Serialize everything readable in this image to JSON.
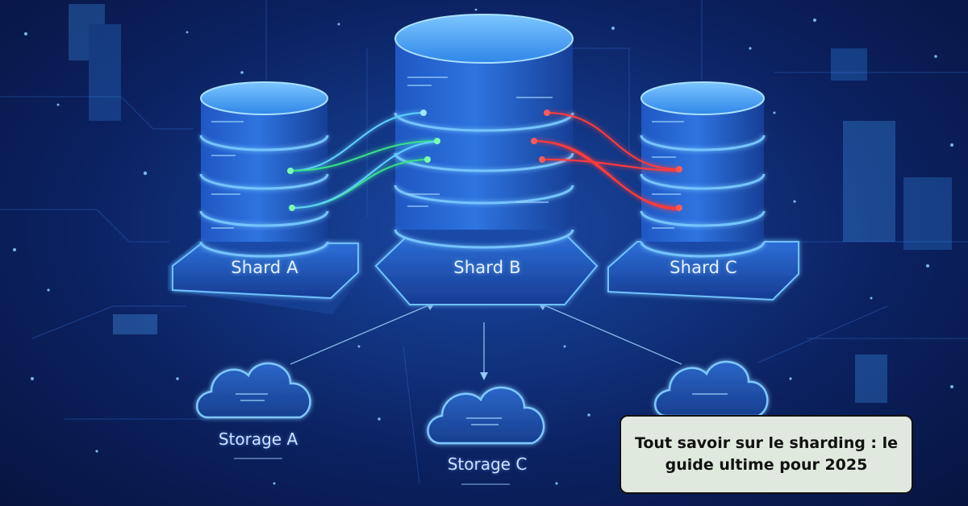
{
  "shards": [
    {
      "label": "Shard A"
    },
    {
      "label": "Shard B"
    },
    {
      "label": "Shard C"
    }
  ],
  "storages": [
    {
      "label": "Storage A"
    },
    {
      "label": "Storage C"
    }
  ],
  "title_card": {
    "text": "Tout savoir sur le sharding : le guide ultime pour 2025"
  },
  "colors": {
    "background": "#0b2160",
    "glow": "#4fb3ff",
    "link_green": "#35e07a",
    "link_red": "#ff3b3b",
    "card_bg": "#dfe9dd"
  }
}
